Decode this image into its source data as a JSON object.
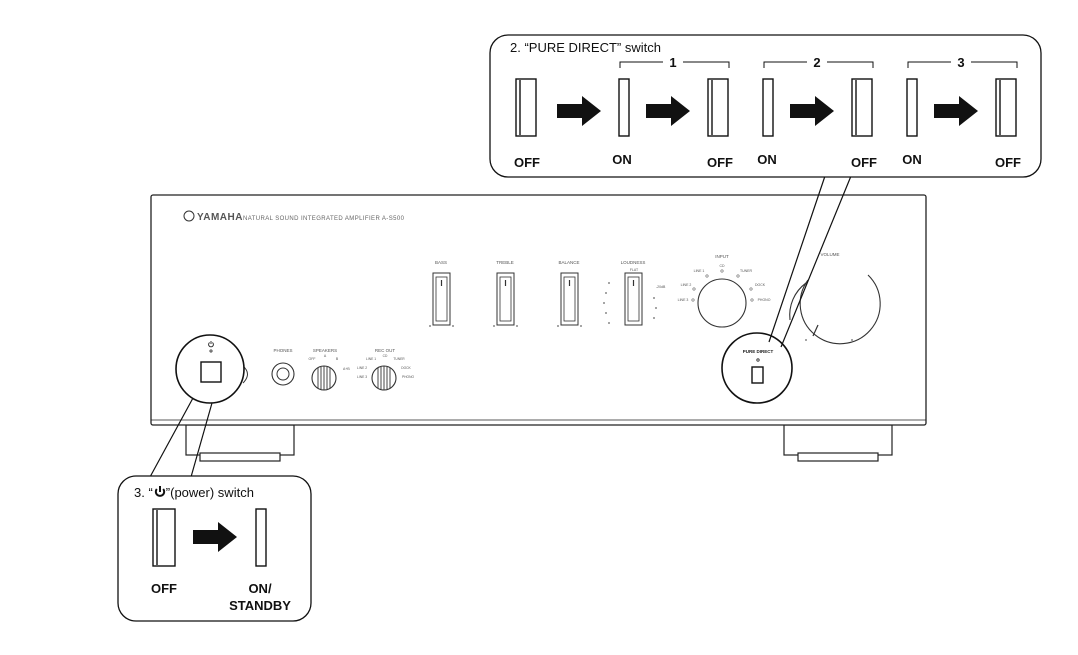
{
  "pure_direct_callout": {
    "title": "2. “PURE DIRECT” switch",
    "steps": [
      {
        "label": "1",
        "from": "ON",
        "to": "OFF"
      },
      {
        "label": "2",
        "from": "ON",
        "to": "OFF"
      },
      {
        "label": "3",
        "from": "ON",
        "to": "OFF"
      }
    ],
    "initial_state": "OFF"
  },
  "power_callout": {
    "title_prefix": "3. “",
    "title_suffix": "”(power) switch",
    "from": "OFF",
    "to_line1": "ON/",
    "to_line2": "STANDBY"
  },
  "amplifier": {
    "brand": "YAMAHA",
    "model_line": "NATURAL SOUND INTEGRATED AMPLIFIER  A-S500",
    "controls": {
      "bass": "BASS",
      "treble": "TREBLE",
      "balance": "BALANCE",
      "loudness": "LOUDNESS",
      "loudness_flat": "FLAT",
      "loudness_minus": "-20dB",
      "input": "INPUT",
      "volume": "VOLUME",
      "phones": "PHONES",
      "speakers": "SPEAKERS",
      "speakers_options": [
        "OFF",
        "A",
        "B",
        "A+B"
      ],
      "rec_out": "REC OUT",
      "rec_out_options": [
        "LINE 1",
        "CD",
        "TUNER",
        "LINE 2",
        "DOCK",
        "LINE 3",
        "PHONO"
      ],
      "input_options": [
        "LINE 1",
        "CD",
        "TUNER",
        "LINE 2",
        "DOCK",
        "LINE 3",
        "PHONO"
      ],
      "pure_direct": "PURE DIRECT"
    }
  }
}
